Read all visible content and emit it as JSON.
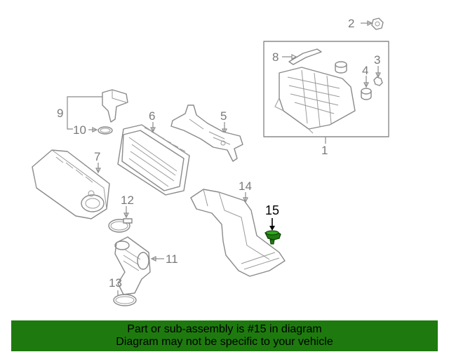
{
  "diagram": {
    "callouts": [
      {
        "id": "1",
        "label": "1"
      },
      {
        "id": "2",
        "label": "2"
      },
      {
        "id": "3",
        "label": "3"
      },
      {
        "id": "4",
        "label": "4"
      },
      {
        "id": "5",
        "label": "5"
      },
      {
        "id": "6",
        "label": "6"
      },
      {
        "id": "7",
        "label": "7"
      },
      {
        "id": "8",
        "label": "8"
      },
      {
        "id": "9",
        "label": "9"
      },
      {
        "id": "10",
        "label": "10"
      },
      {
        "id": "11",
        "label": "11"
      },
      {
        "id": "12",
        "label": "12"
      },
      {
        "id": "13",
        "label": "13"
      },
      {
        "id": "14",
        "label": "14"
      },
      {
        "id": "15",
        "label": "15"
      }
    ],
    "highlighted_part": "15",
    "colors": {
      "line": "#8a8a8a",
      "highlight_part": "#1e7a0e",
      "banner_bg": "#1e7a0e",
      "banner_text": "#000000"
    }
  },
  "banner": {
    "line1": "Part or sub-assembly is #15 in diagram",
    "line2": "Diagram may not be specific to your vehicle"
  }
}
